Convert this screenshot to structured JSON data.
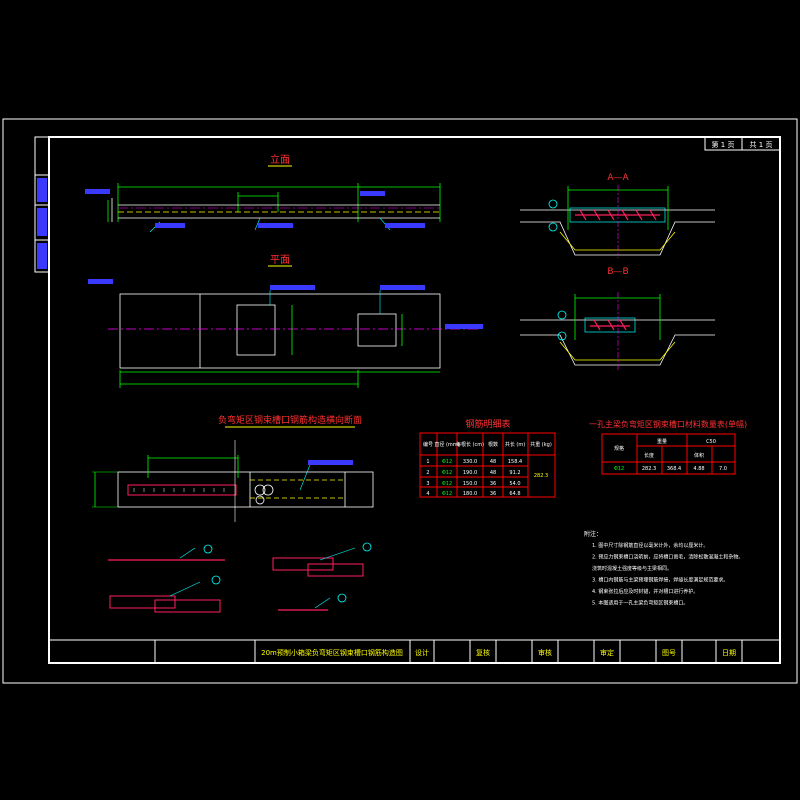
{
  "colors": {
    "background": "#000000",
    "frame": "#ffffff",
    "dimension": "#00ff00",
    "section_line": "#ffff00",
    "axis": "#ff00ff",
    "table_line": "#ff0000",
    "text_main": "#ffff00",
    "callout": "#00ffff",
    "label_box": "#3a3aff",
    "title_block_text": "#ffff00"
  },
  "page": {
    "sheet_label": "第 1 页",
    "sheets_total": "共 1 页"
  },
  "views": {
    "elevation_title": "立面",
    "plan_title": "平面",
    "section_a_title": "A—A",
    "section_b_title": "B—B",
    "detail_title": "负弯矩区钢束槽口钢筋构造横向断面",
    "table_rebar_title": "钢筋明细表",
    "table_material_title": "一孔主梁负弯矩区钢束槽口材料数量表(单幅)"
  },
  "rebar_table": {
    "headers": [
      "编号",
      "直径 (mm)",
      "每根长 (cm)",
      "根数",
      "共长 (m)",
      "共重 (kg)"
    ],
    "rows": [
      [
        "1",
        "Φ12",
        "330.0",
        "48",
        "158.4",
        ""
      ],
      [
        "2",
        "Φ12",
        "190.0",
        "48",
        "91.2",
        "282.3"
      ],
      [
        "3",
        "Φ12",
        "150.0",
        "36",
        "54.0",
        ""
      ],
      [
        "4",
        "Φ12",
        "180.0",
        "36",
        "64.8",
        ""
      ]
    ]
  },
  "material_table": {
    "headers": [
      "规格",
      "重量",
      "长度",
      "C50",
      "体积"
    ],
    "row": [
      "Φ12",
      "282.3",
      "368.4",
      "4.88",
      "7.0"
    ]
  },
  "notes": {
    "heading": "附注：",
    "lines": [
      "1. 图中尺寸除钢筋直径以毫米计外，余均以厘米计。",
      "2. 预应力钢束槽口浇筑前，应将槽口凿毛，清除松散混凝土和杂物。",
      "   浇筑时混凝土强度等级与主梁相同。",
      "3. 槽口内钢筋与主梁预埋钢筋焊接，焊缝长度满足规范要求。",
      "4. 钢束张拉后应及时封锚，并对槽口进行养护。",
      "5. 本图适用于一孔主梁负弯矩区钢束槽口。"
    ]
  },
  "title_block": {
    "drawing_name": "20m预制小箱梁负弯矩区钢束槽口钢筋构造图",
    "designer_label": "设计",
    "checker_label": "复核",
    "reviewer_label": "审核",
    "approver_label": "审定",
    "figure_no_label": "图号",
    "date_label": "日期"
  }
}
